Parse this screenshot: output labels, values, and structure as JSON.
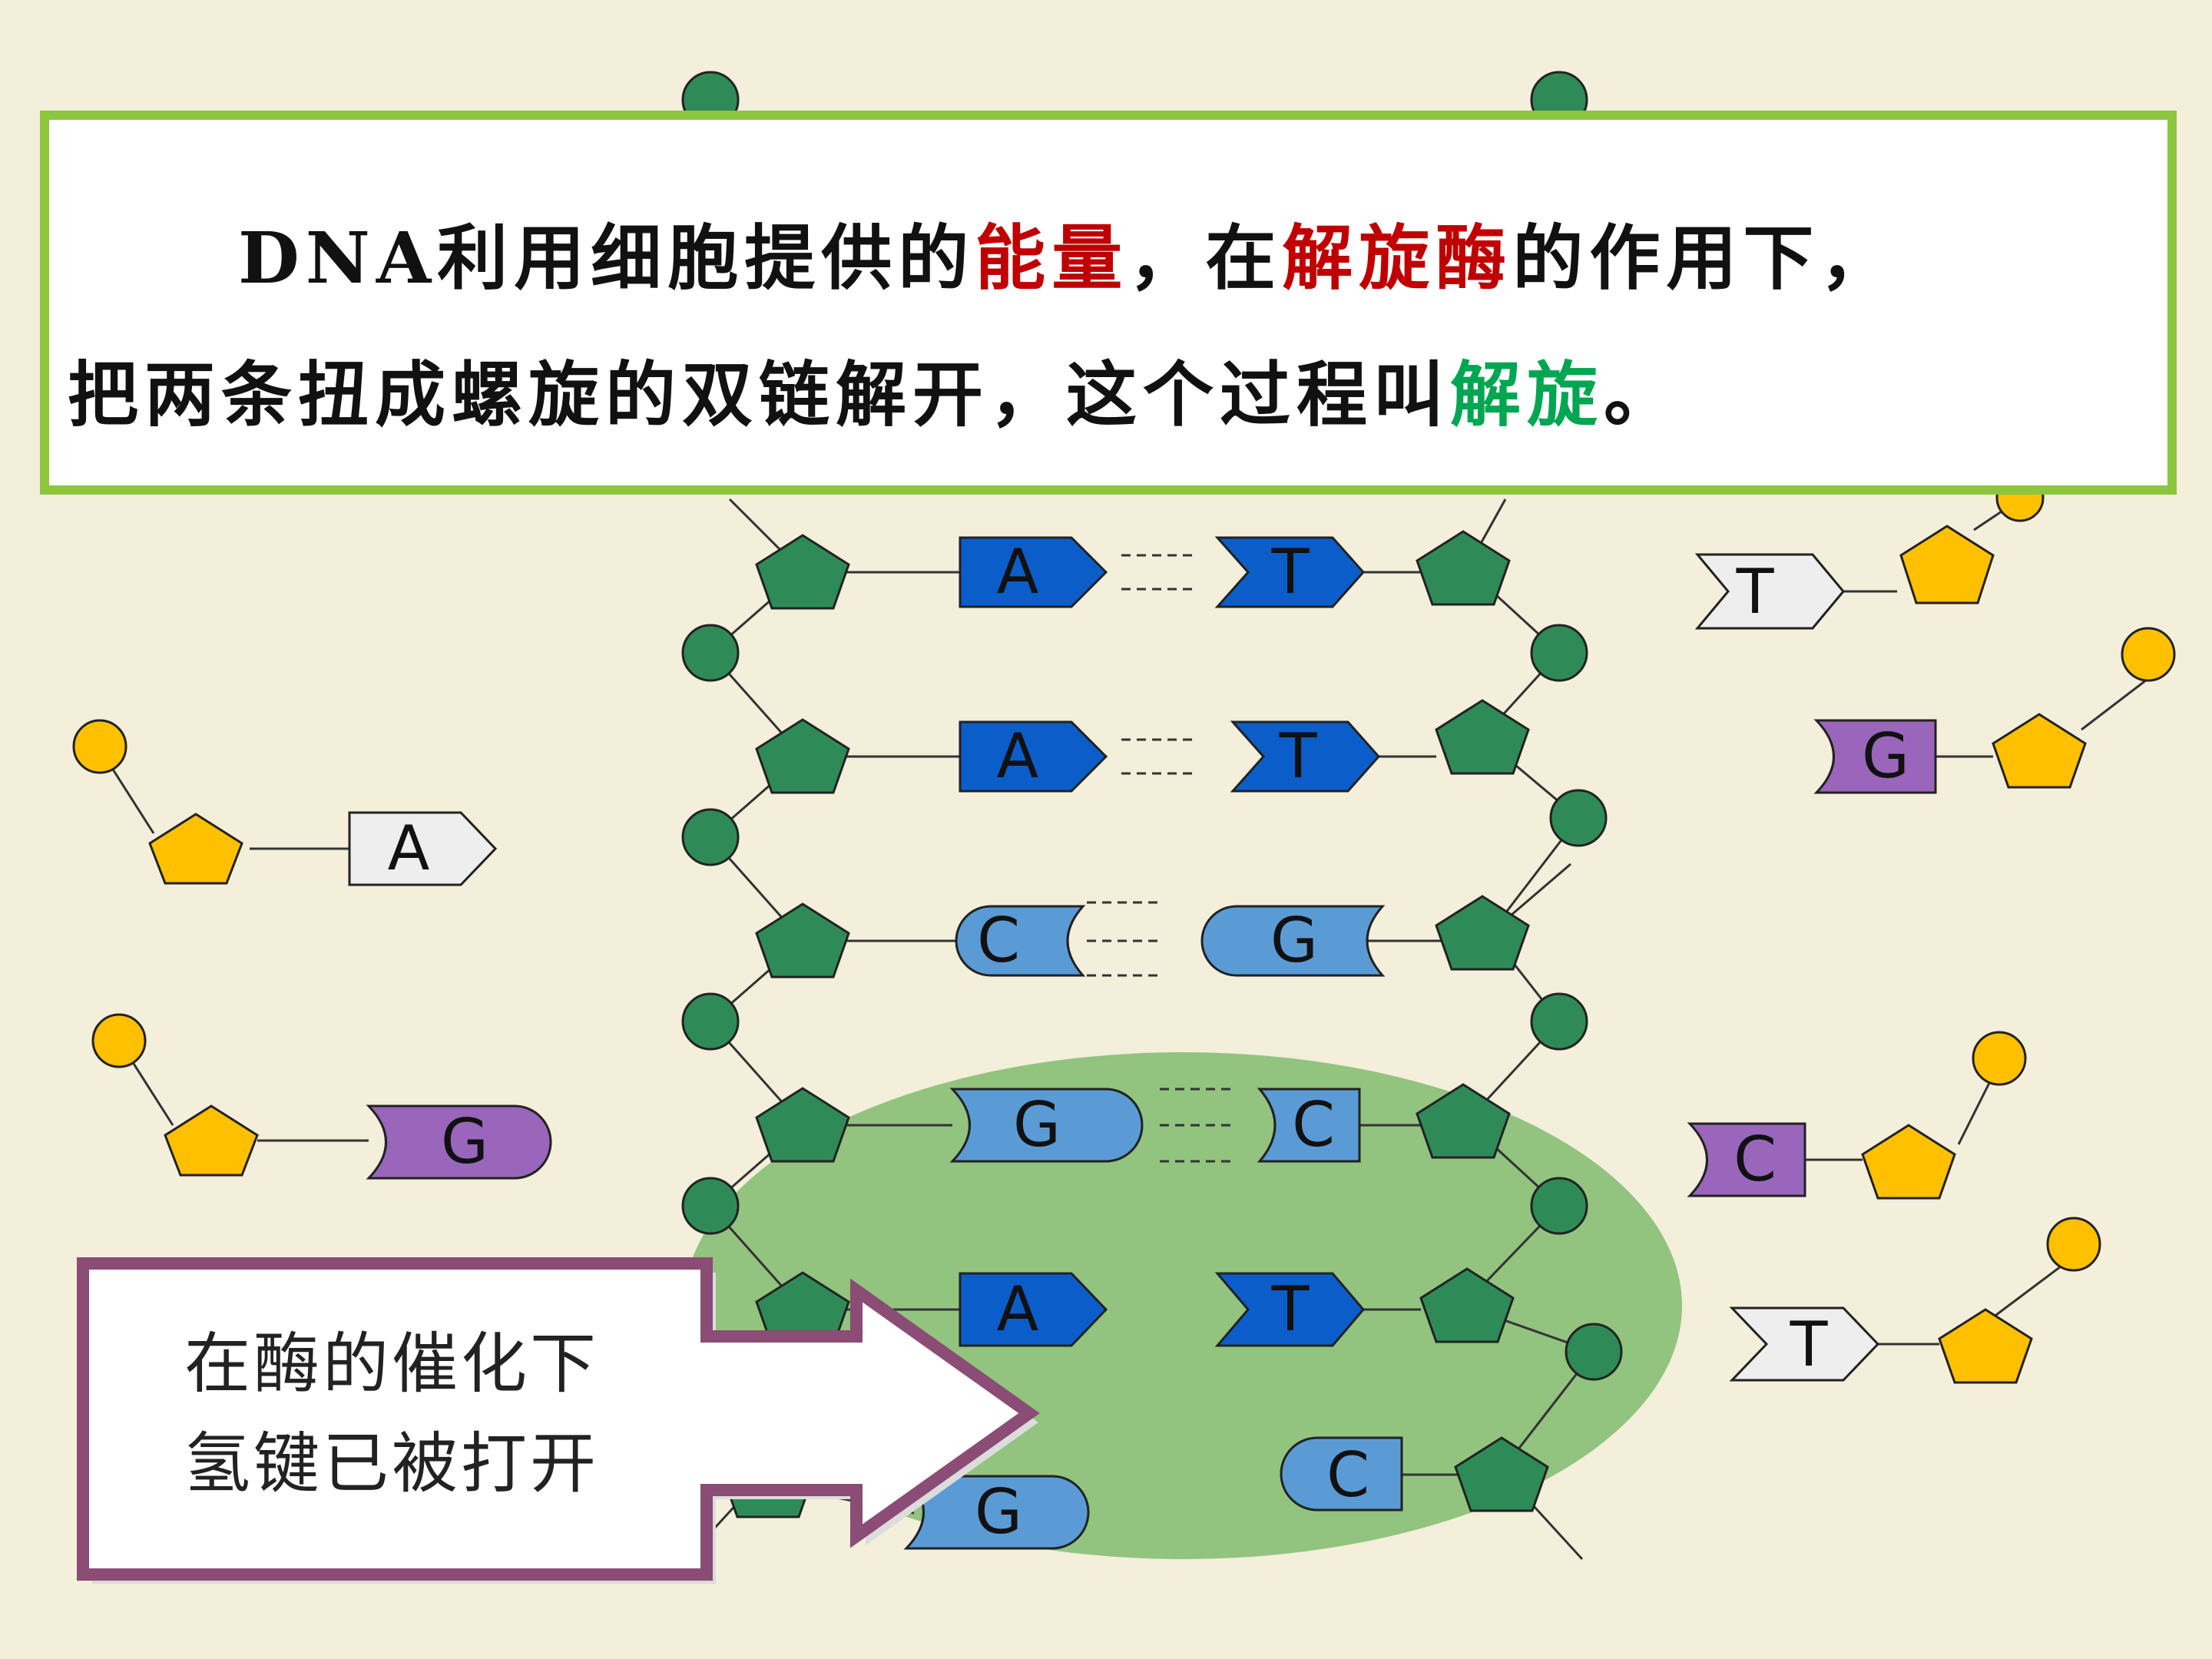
{
  "title": {
    "line1": {
      "part1": "DNA利用细胞提供的",
      "energy": "能量",
      "part2": "，在",
      "enzyme": "解旋酶",
      "part3": "的作用下，"
    },
    "line2": {
      "part1": "把两条扭成螺旋的双链解开，这个过程叫",
      "unwinding": "解旋",
      "part2": "。"
    }
  },
  "callout": {
    "line1": "在酶的催化下",
    "line2": "氢键已被打开"
  },
  "bases": {
    "l1": "A",
    "r1": "T",
    "l2": "A",
    "r2": "T",
    "l3": "C",
    "r3": "G",
    "l4": "G",
    "r4": "C",
    "l5": "A",
    "r5": "T",
    "l6": "G",
    "r6": "C",
    "free_a": "A",
    "free_g": "G",
    "free_t1": "T",
    "free_g2": "G",
    "free_c": "C",
    "free_t2": "T"
  },
  "colors": {
    "background": "#f3efdb",
    "border": "#8cc63f",
    "highlight": "#c00000",
    "highlight2": "#00a651",
    "phosphate": "#2e8b57",
    "sugar_free": "#ffc000",
    "base_a_t": "#0b5ec9",
    "base_c_g": "#5b9bd5",
    "base_purple": "#9966bb",
    "base_grey": "#eeeeee",
    "enzyme": "#8cc07a",
    "callout_border": "#8b4c75"
  }
}
